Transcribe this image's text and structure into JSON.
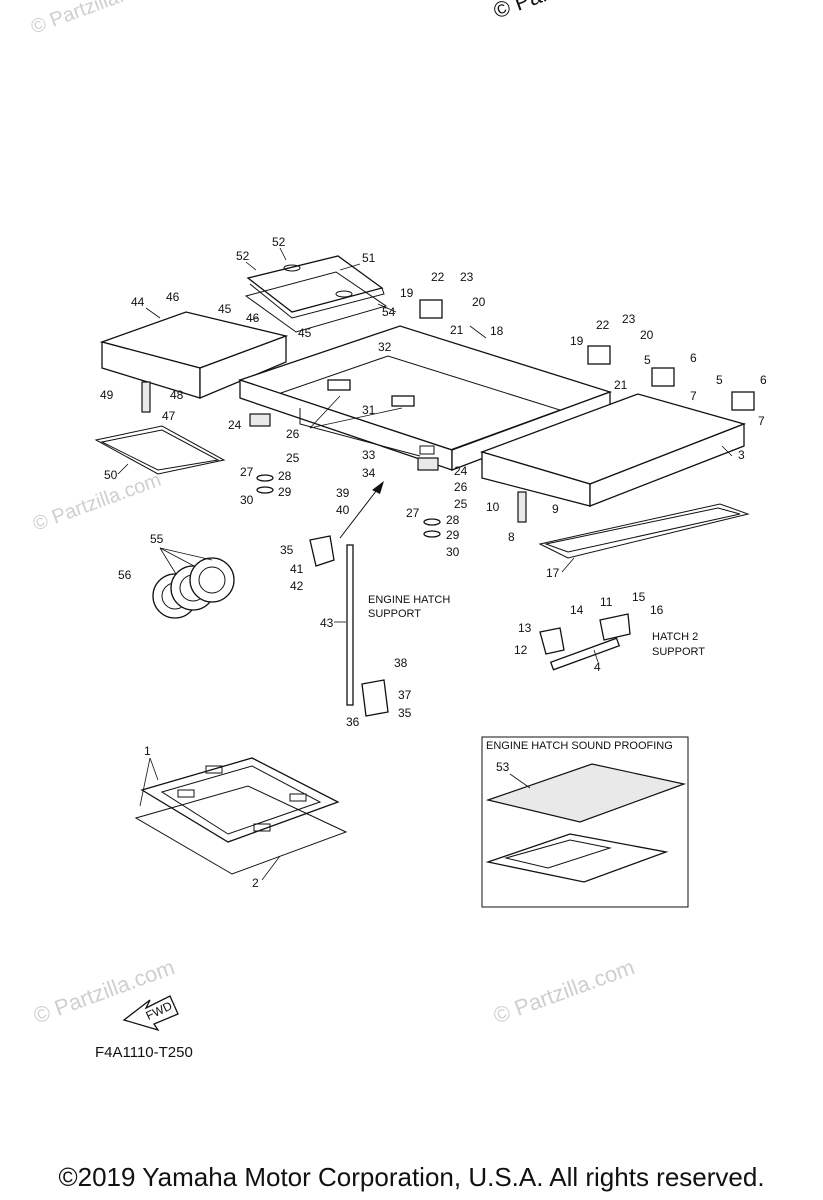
{
  "watermark_text": "© Partzilla.com",
  "copyright_top": "© Part",
  "drawing_code": "F4A1110-T250",
  "fwd_label": "FWD",
  "footer": "©2019  Yamaha Motor Corporation, U.S.A. All rights reserved.",
  "captions": {
    "engine_hatch_support_1": "ENGINE HATCH",
    "engine_hatch_support_2": "SUPPORT",
    "hatch2_support_1": "HATCH 2",
    "hatch2_support_2": "SUPPORT",
    "sound_proofing": "ENGINE HATCH SOUND PROOFING"
  },
  "callouts": [
    {
      "id": "c52a",
      "text": "52"
    },
    {
      "id": "c52b",
      "text": "52"
    },
    {
      "id": "c51",
      "text": "51"
    },
    {
      "id": "c22a",
      "text": "22"
    },
    {
      "id": "c23a",
      "text": "23"
    },
    {
      "id": "c19a",
      "text": "19"
    },
    {
      "id": "c20a",
      "text": "20"
    },
    {
      "id": "c21a",
      "text": "21"
    },
    {
      "id": "c18",
      "text": "18"
    },
    {
      "id": "c54",
      "text": "54"
    },
    {
      "id": "c44",
      "text": "44"
    },
    {
      "id": "c46a",
      "text": "46"
    },
    {
      "id": "c45a",
      "text": "45"
    },
    {
      "id": "c46b",
      "text": "46"
    },
    {
      "id": "c45b",
      "text": "45"
    },
    {
      "id": "c22b",
      "text": "22"
    },
    {
      "id": "c23b",
      "text": "23"
    },
    {
      "id": "c19b",
      "text": "19"
    },
    {
      "id": "c20b",
      "text": "20"
    },
    {
      "id": "c21b",
      "text": "21"
    },
    {
      "id": "c5a",
      "text": "5"
    },
    {
      "id": "c6a",
      "text": "6"
    },
    {
      "id": "c5b",
      "text": "5"
    },
    {
      "id": "c6b",
      "text": "6"
    },
    {
      "id": "c7a",
      "text": "7"
    },
    {
      "id": "c7b",
      "text": "7"
    },
    {
      "id": "c32",
      "text": "32"
    },
    {
      "id": "c49",
      "text": "49"
    },
    {
      "id": "c48",
      "text": "48"
    },
    {
      "id": "c47",
      "text": "47"
    },
    {
      "id": "c31",
      "text": "31"
    },
    {
      "id": "c24a",
      "text": "24"
    },
    {
      "id": "c26a",
      "text": "26"
    },
    {
      "id": "c25a",
      "text": "25"
    },
    {
      "id": "c33",
      "text": "33"
    },
    {
      "id": "c34",
      "text": "34"
    },
    {
      "id": "c24b",
      "text": "24"
    },
    {
      "id": "c3",
      "text": "3"
    },
    {
      "id": "c50",
      "text": "50"
    },
    {
      "id": "c27a",
      "text": "27"
    },
    {
      "id": "c28a",
      "text": "28"
    },
    {
      "id": "c29a",
      "text": "29"
    },
    {
      "id": "c30a",
      "text": "30"
    },
    {
      "id": "c26b",
      "text": "26"
    },
    {
      "id": "c25b",
      "text": "25"
    },
    {
      "id": "c39",
      "text": "39"
    },
    {
      "id": "c40",
      "text": "40"
    },
    {
      "id": "c10",
      "text": "10"
    },
    {
      "id": "c9",
      "text": "9"
    },
    {
      "id": "c27b",
      "text": "27"
    },
    {
      "id": "c28b",
      "text": "28"
    },
    {
      "id": "c29b",
      "text": "29"
    },
    {
      "id": "c30b",
      "text": "30"
    },
    {
      "id": "c8",
      "text": "8"
    },
    {
      "id": "c17",
      "text": "17"
    },
    {
      "id": "c55",
      "text": "55"
    },
    {
      "id": "c35a",
      "text": "35"
    },
    {
      "id": "c41",
      "text": "41"
    },
    {
      "id": "c42",
      "text": "42"
    },
    {
      "id": "c56",
      "text": "56"
    },
    {
      "id": "c43",
      "text": "43"
    },
    {
      "id": "c14",
      "text": "14"
    },
    {
      "id": "c11",
      "text": "11"
    },
    {
      "id": "c15",
      "text": "15"
    },
    {
      "id": "c16",
      "text": "16"
    },
    {
      "id": "c13",
      "text": "13"
    },
    {
      "id": "c12",
      "text": "12"
    },
    {
      "id": "c4",
      "text": "4"
    },
    {
      "id": "c38",
      "text": "38"
    },
    {
      "id": "c37",
      "text": "37"
    },
    {
      "id": "c36",
      "text": "36"
    },
    {
      "id": "c35b",
      "text": "35"
    },
    {
      "id": "c1",
      "text": "1"
    },
    {
      "id": "c53",
      "text": "53"
    },
    {
      "id": "c2",
      "text": "2"
    }
  ]
}
